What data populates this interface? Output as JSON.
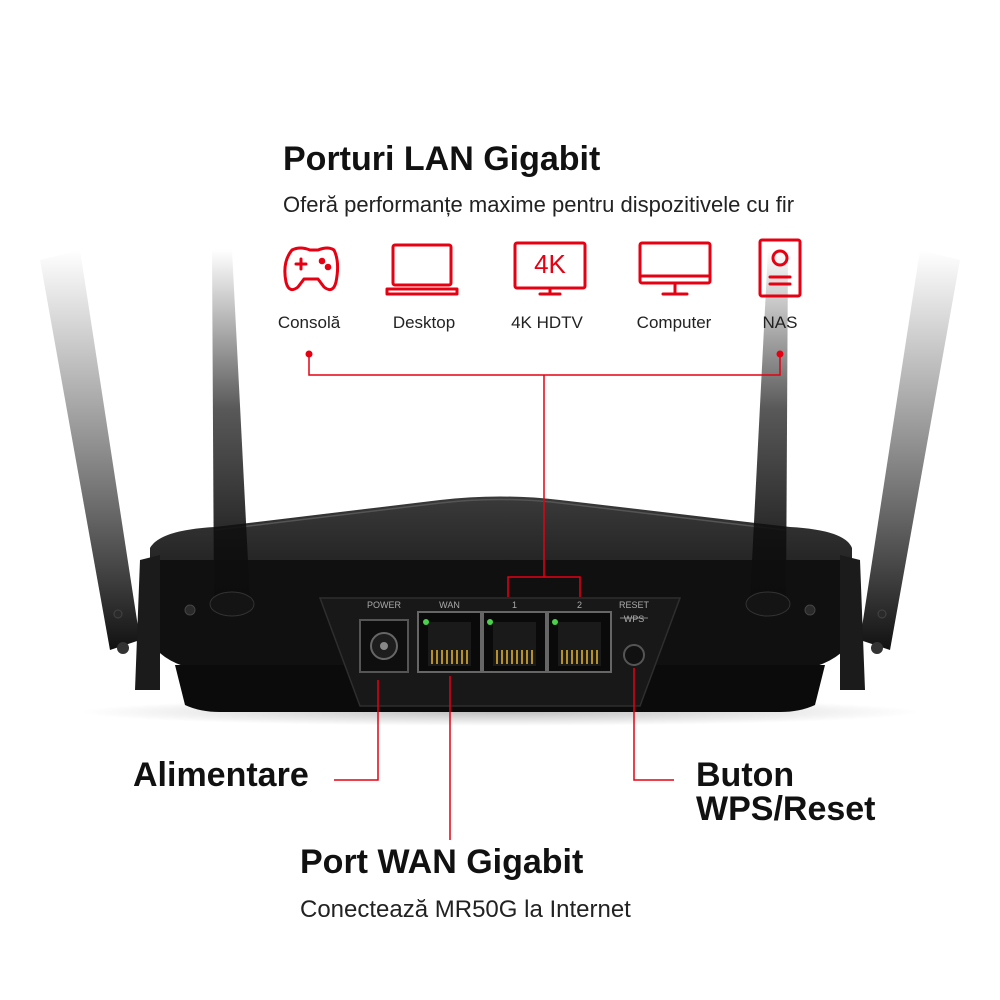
{
  "header": {
    "title": "Porturi LAN Gigabit",
    "subtitle": "Oferă performanțe maxime pentru dispozitivele cu fir"
  },
  "devices": [
    {
      "label": "Consolă",
      "icon": "gamepad-icon"
    },
    {
      "label": "Desktop",
      "icon": "laptop-icon"
    },
    {
      "label": "4K HDTV",
      "icon": "tv-4k-icon",
      "badge": "4K"
    },
    {
      "label": "Computer",
      "icon": "monitor-icon"
    },
    {
      "label": "NAS",
      "icon": "nas-icon"
    }
  ],
  "router": {
    "ports": {
      "power": "POWER",
      "wan": "WAN",
      "lan1": "1",
      "lan2": "2",
      "reset": "RESET",
      "wps": "WPS"
    }
  },
  "callouts": {
    "power": "Alimentare",
    "wps_line1": "Buton",
    "wps_line2": "WPS/Reset",
    "wan_title": "Port WAN Gigabit",
    "wan_subtitle": "Conectează MR50G la Internet"
  },
  "colors": {
    "accent": "#e60012",
    "router_body": "#151515"
  }
}
